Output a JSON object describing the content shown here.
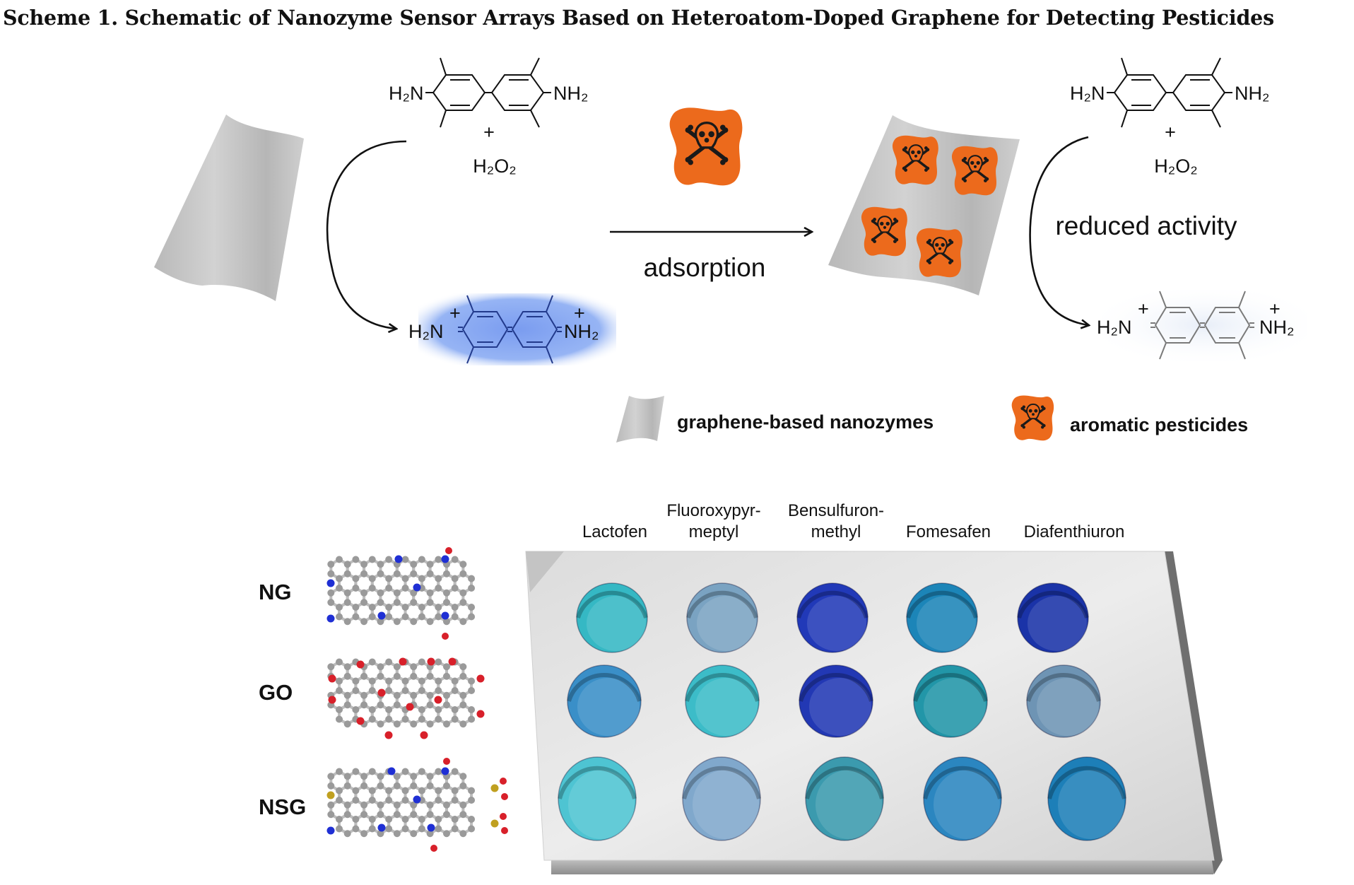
{
  "title": "Scheme 1. Schematic of Nanozyme Sensor Arrays Based on Heteroatom-Doped Graphene for Detecting Pesticides",
  "reaction": {
    "substrate_left": {
      "left_group": "H₂N",
      "right_group": "NH₂",
      "plus": "+",
      "oxidant": "H₂O₂"
    },
    "substrate_right": {
      "left_group": "H₂N",
      "right_group": "NH₂",
      "plus": "+",
      "oxidant": "H₂O₂"
    },
    "product_left": {
      "left_group": "H₂N",
      "right_group": "NH₂",
      "charge": "+"
    },
    "product_right": {
      "left_group": "H₂N",
      "right_group": "NH₂",
      "charge": "+"
    },
    "step_label": "adsorption",
    "result_label": "reduced activity"
  },
  "legend": {
    "items": [
      {
        "label": "graphene-based nanozymes",
        "icon": "graphene-sheet-icon"
      },
      {
        "label": "aromatic pesticides",
        "icon": "skull-crossbones-icon"
      }
    ]
  },
  "array": {
    "columns": [
      {
        "line1": "",
        "line2": "Lactofen"
      },
      {
        "line1": "Fluoroxypyr-",
        "line2": "meptyl"
      },
      {
        "line1": "Bensulfuron-",
        "line2": "methyl"
      },
      {
        "line1": "",
        "line2": "Fomesafen"
      },
      {
        "line1": "",
        "line2": "Diafenthiuron"
      }
    ],
    "rows": [
      {
        "label": "NG",
        "well_colors": [
          "#35b8c4",
          "#7aa3c2",
          "#2139b8",
          "#1c85b8",
          "#1a33a8"
        ]
      },
      {
        "label": "GO",
        "well_colors": [
          "#3a8fc8",
          "#3cbcc8",
          "#2238b4",
          "#2296a8",
          "#6e94b4"
        ]
      },
      {
        "label": "NSG",
        "well_colors": [
          "#4ec4d2",
          "#80a8cc",
          "#3b9aae",
          "#2b86c0",
          "#1d7fb8"
        ]
      }
    ]
  },
  "colors": {
    "pesticide_orange": "#ec6a1c",
    "oxidized_blue": "#6f97ec",
    "sheet_gray": "#c6c6c6",
    "atom_carbon": "#9a9a9a",
    "atom_nitrogen": "#1f2fd4",
    "atom_oxygen": "#d8202a",
    "atom_sulfur": "#c0a020"
  }
}
